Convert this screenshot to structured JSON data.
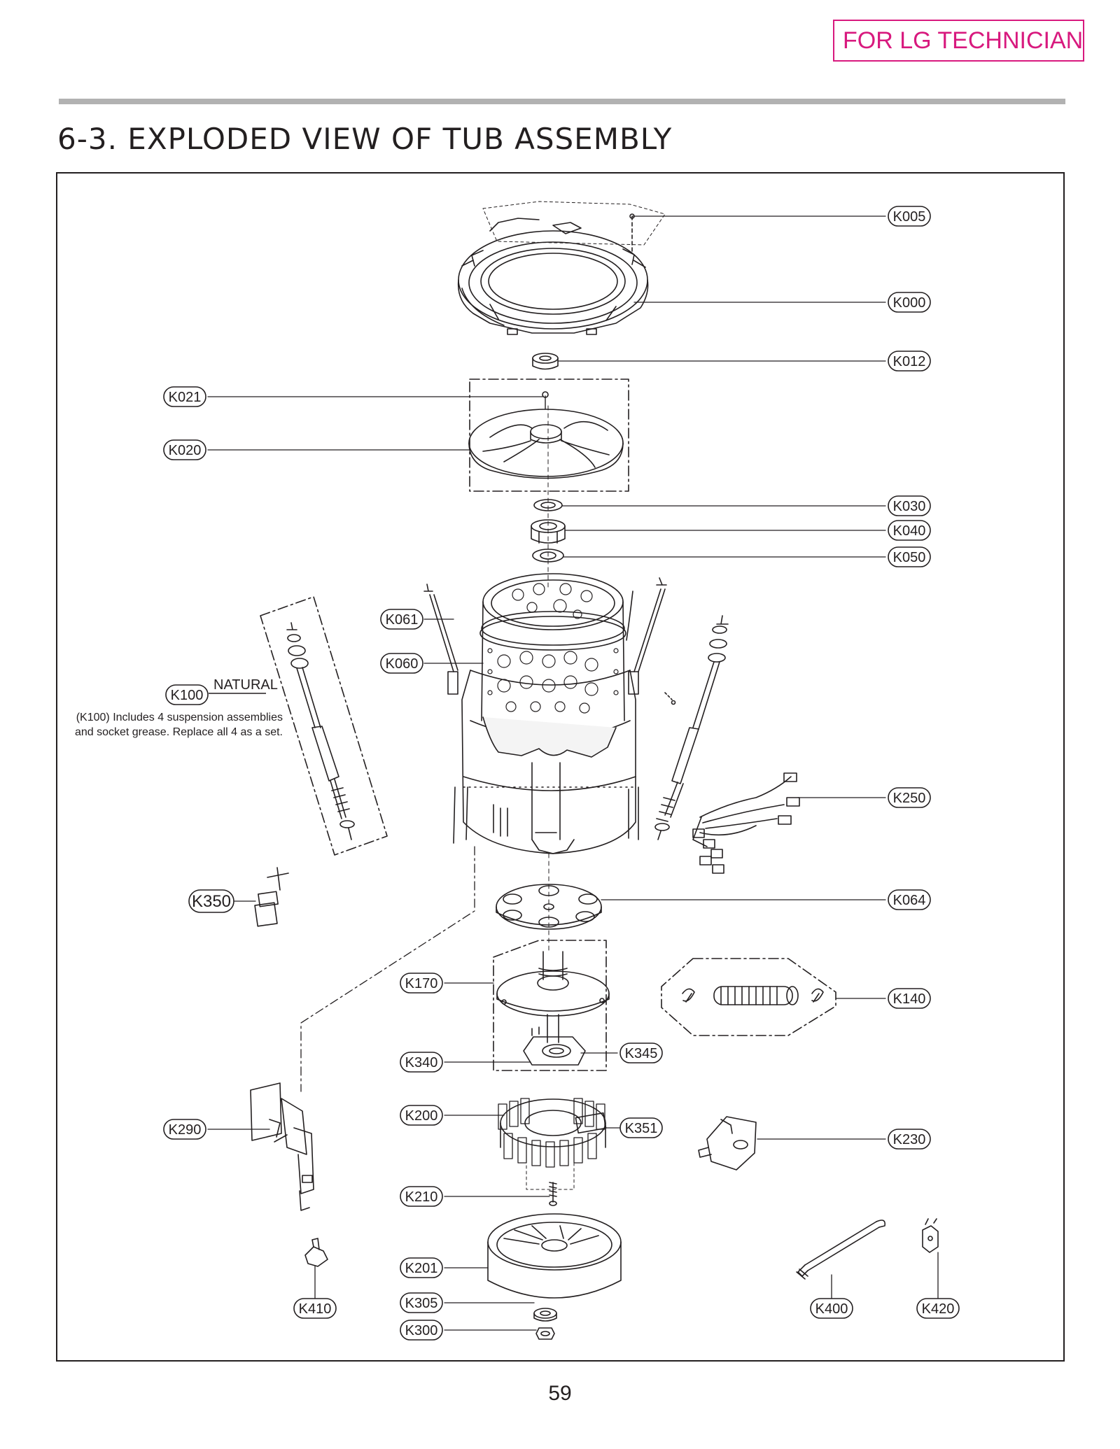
{
  "header": {
    "badge": "FOR LG TECHNICIAN"
  },
  "title": "6-3. EXPLODED VIEW OF TUB ASSEMBLY",
  "page_number": "59",
  "callouts": {
    "K005": "K005",
    "K000": "K000",
    "K012": "K012",
    "K021": "K021",
    "K020": "K020",
    "K030": "K030",
    "K040": "K040",
    "K050": "K050",
    "K061": "K061",
    "K060": "K060",
    "K100": "K100",
    "K250": "K250",
    "K350": "K350",
    "K064": "K064",
    "K170": "K170",
    "K140": "K140",
    "K340": "K340",
    "K345": "K345",
    "K200": "K200",
    "K351": "K351",
    "K290": "K290",
    "K230": "K230",
    "K210": "K210",
    "K201": "K201",
    "K410": "K410",
    "K305": "K305",
    "K300": "K300",
    "K400": "K400",
    "K420": "K420"
  },
  "notes": {
    "natural": "NATURAL",
    "k100_line1": "(K100) Includes 4 suspension assemblies",
    "k100_line2": "and socket grease. Replace all 4 as a set."
  }
}
